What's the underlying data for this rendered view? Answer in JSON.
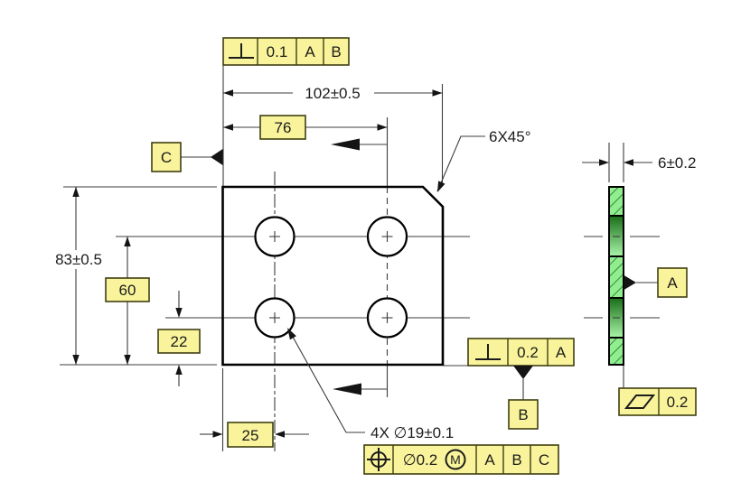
{
  "colors": {
    "part": "#90EE90",
    "part_edge": "#000000",
    "hatch_line": "#2E7D2E",
    "highlight": "#F9F49B",
    "highlight_border": "#3F3F12",
    "line": "#3C3C3C"
  },
  "front_view": {
    "dim_width": "102±0.5",
    "dim_height": "83±0.5",
    "dim_hole_span_x": "76",
    "dim_hole_span_y": "60",
    "dim_hole_offset_y": "22",
    "dim_hole_offset_x": "25",
    "chamfer_note": "6X45°",
    "hole_callout": "4X ∅19±0.1"
  },
  "side_view": {
    "dim_thickness": "6±0.2"
  },
  "datums": {
    "a": "A",
    "b": "B",
    "c": "C"
  },
  "fcf_top": {
    "symbol": "perpendicularity",
    "tolerance": "0.1",
    "datums": [
      "A",
      "B"
    ]
  },
  "fcf_perp_right": {
    "symbol": "perpendicularity",
    "tolerance": "0.2",
    "datums": [
      "A"
    ]
  },
  "fcf_position": {
    "symbol": "true-position",
    "tolerance": "∅0.2",
    "modifier": "M",
    "datums": [
      "A",
      "B",
      "C"
    ]
  },
  "fcf_flatness": {
    "symbol": "flatness",
    "tolerance": "0.2"
  }
}
